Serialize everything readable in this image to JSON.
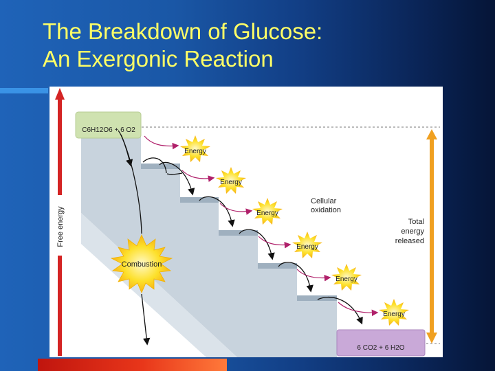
{
  "slide": {
    "title_line1": "The Breakdown of Glucose:",
    "title_line2": "An Exergonic Reaction"
  },
  "diagram": {
    "y_axis_label": "Free energy",
    "reactant": "C6H12O6 + 6 O2",
    "product": "6 CO2 + 6 H2O",
    "combustion_label": "Combustion",
    "cellular_label_line1": "Cellular",
    "cellular_label_line2": "oxidation",
    "total_label_line1": "Total",
    "total_label_line2": "energy",
    "total_label_line3": "released",
    "energy_labels": [
      "Energy",
      "Energy",
      "Energy",
      "Energy",
      "Energy",
      "Energy"
    ]
  },
  "colors": {
    "title": "#ffff66",
    "axis_arrow": "#d42424",
    "total_arrow": "#f0a020",
    "stairs": "#c8d3dd",
    "reactant_box": "#cfe2b0",
    "product_box": "#c9a9d8",
    "starburst": "#fde02a"
  }
}
